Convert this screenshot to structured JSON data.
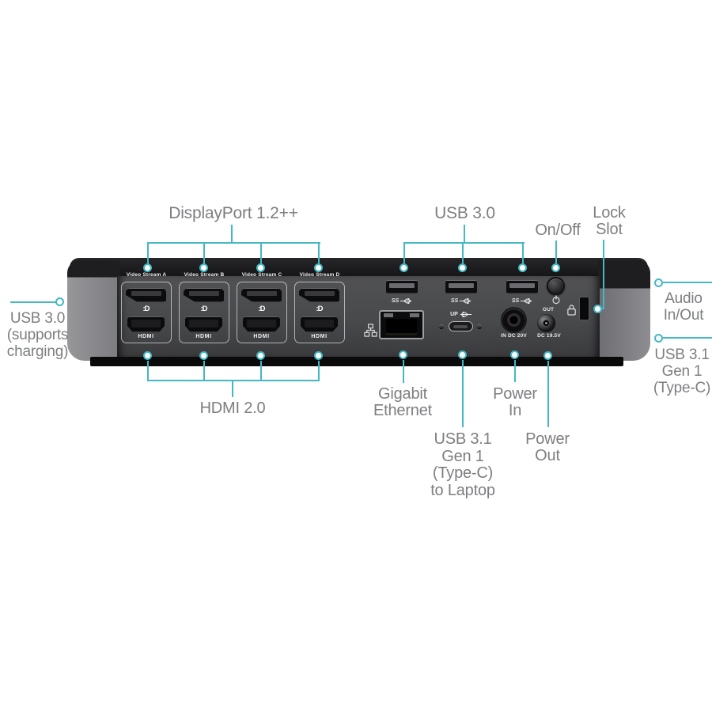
{
  "colors": {
    "accent_teal": "#44b8c3",
    "label_gray": "#7d7e81",
    "device_face": "#47494b"
  },
  "callouts": {
    "displayport": "DisplayPort 1.2++",
    "usb30_top": "USB 3.0",
    "onoff": "On/Off",
    "lock": [
      "Lock",
      "Slot"
    ],
    "usb30_left": [
      "USB 3.0",
      "(supports",
      "charging)"
    ],
    "audio": [
      "Audio",
      "In/Out"
    ],
    "usb31_right": [
      "USB 3.1",
      "Gen 1",
      "(Type-C)"
    ],
    "hdmi": "HDMI 2.0",
    "ethernet": [
      "Gigabit",
      "Ethernet"
    ],
    "usbc_laptop": [
      "USB 3.1",
      "Gen 1",
      "(Type-C)",
      "to Laptop"
    ],
    "power_in": [
      "Power",
      "In"
    ],
    "power_out": [
      "Power",
      "Out"
    ]
  },
  "device": {
    "video_groups": [
      {
        "name": "Video Stream A",
        "hdmi": "HDMI"
      },
      {
        "name": "Video Stream B",
        "hdmi": "HDMI"
      },
      {
        "name": "Video Stream C",
        "hdmi": "HDMI"
      },
      {
        "name": "Video Stream D",
        "hdmi": "HDMI"
      }
    ],
    "dp_logo": ":D",
    "ss_label": "SS",
    "usbc_label": "UP",
    "power_in_label": "IN DC 20V",
    "power_out_label": "OUT",
    "power_out_voltage": "DC 19.5V"
  }
}
